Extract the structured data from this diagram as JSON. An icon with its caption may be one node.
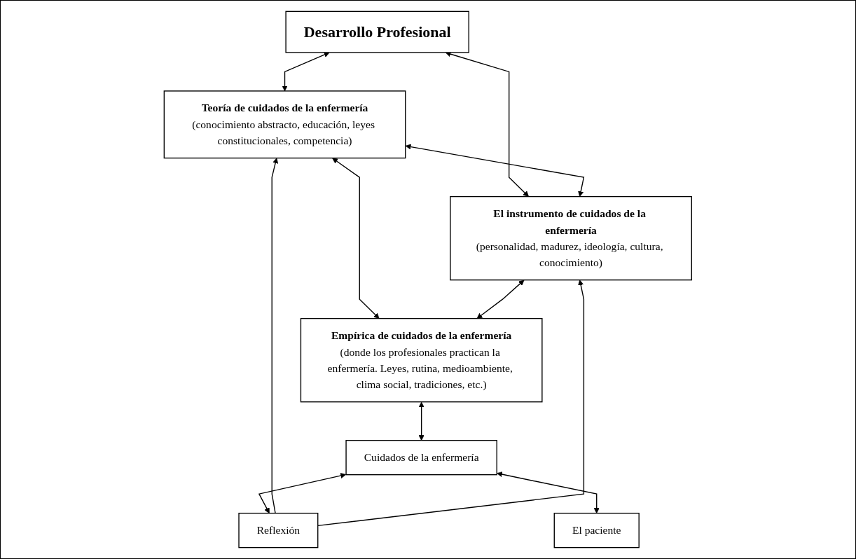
{
  "diagram": {
    "nodes": [
      {
        "text": [
          "Desarrollo Profesional"
        ]
      },
      {
        "text": [
          "Teoría de cuidados de la enfermería",
          "(conocimiento abstracto, educación, leyes constitucionales, competencia)"
        ]
      },
      {
        "text": [
          "El instrumento de cuidados de la enfermería",
          "(personalidad, madurez, ideología, cultura, conocimiento)"
        ]
      },
      {
        "text": [
          "Empírica de cuidados de la enfermería",
          "(donde los profesionales practican la enfermería. Leyes, rutina, medioambiente, clima social, tradiciones, etc.)"
        ]
      },
      {
        "text": [
          "Cuidados de la enfermería"
        ]
      },
      {
        "text": [
          "Reflexión"
        ]
      },
      {
        "text": [
          "El paciente"
        ]
      }
    ],
    "edges": [
      {
        "from": 0,
        "to": 1,
        "arrow": "both"
      },
      {
        "from": 0,
        "to": 2,
        "arrow": "both"
      },
      {
        "from": 1,
        "to": 2,
        "arrow": "both"
      },
      {
        "from": 1,
        "to": 3,
        "arrow": "both"
      },
      {
        "from": 2,
        "to": 3,
        "arrow": "both"
      },
      {
        "from": 3,
        "to": 4,
        "arrow": "both"
      },
      {
        "from": 4,
        "to": 5,
        "arrow": "both"
      },
      {
        "from": 4,
        "to": 6,
        "arrow": "both"
      },
      {
        "from": 5,
        "to": 1,
        "arrow": "to"
      },
      {
        "from": 5,
        "to": 2,
        "arrow": "to"
      }
    ]
  }
}
